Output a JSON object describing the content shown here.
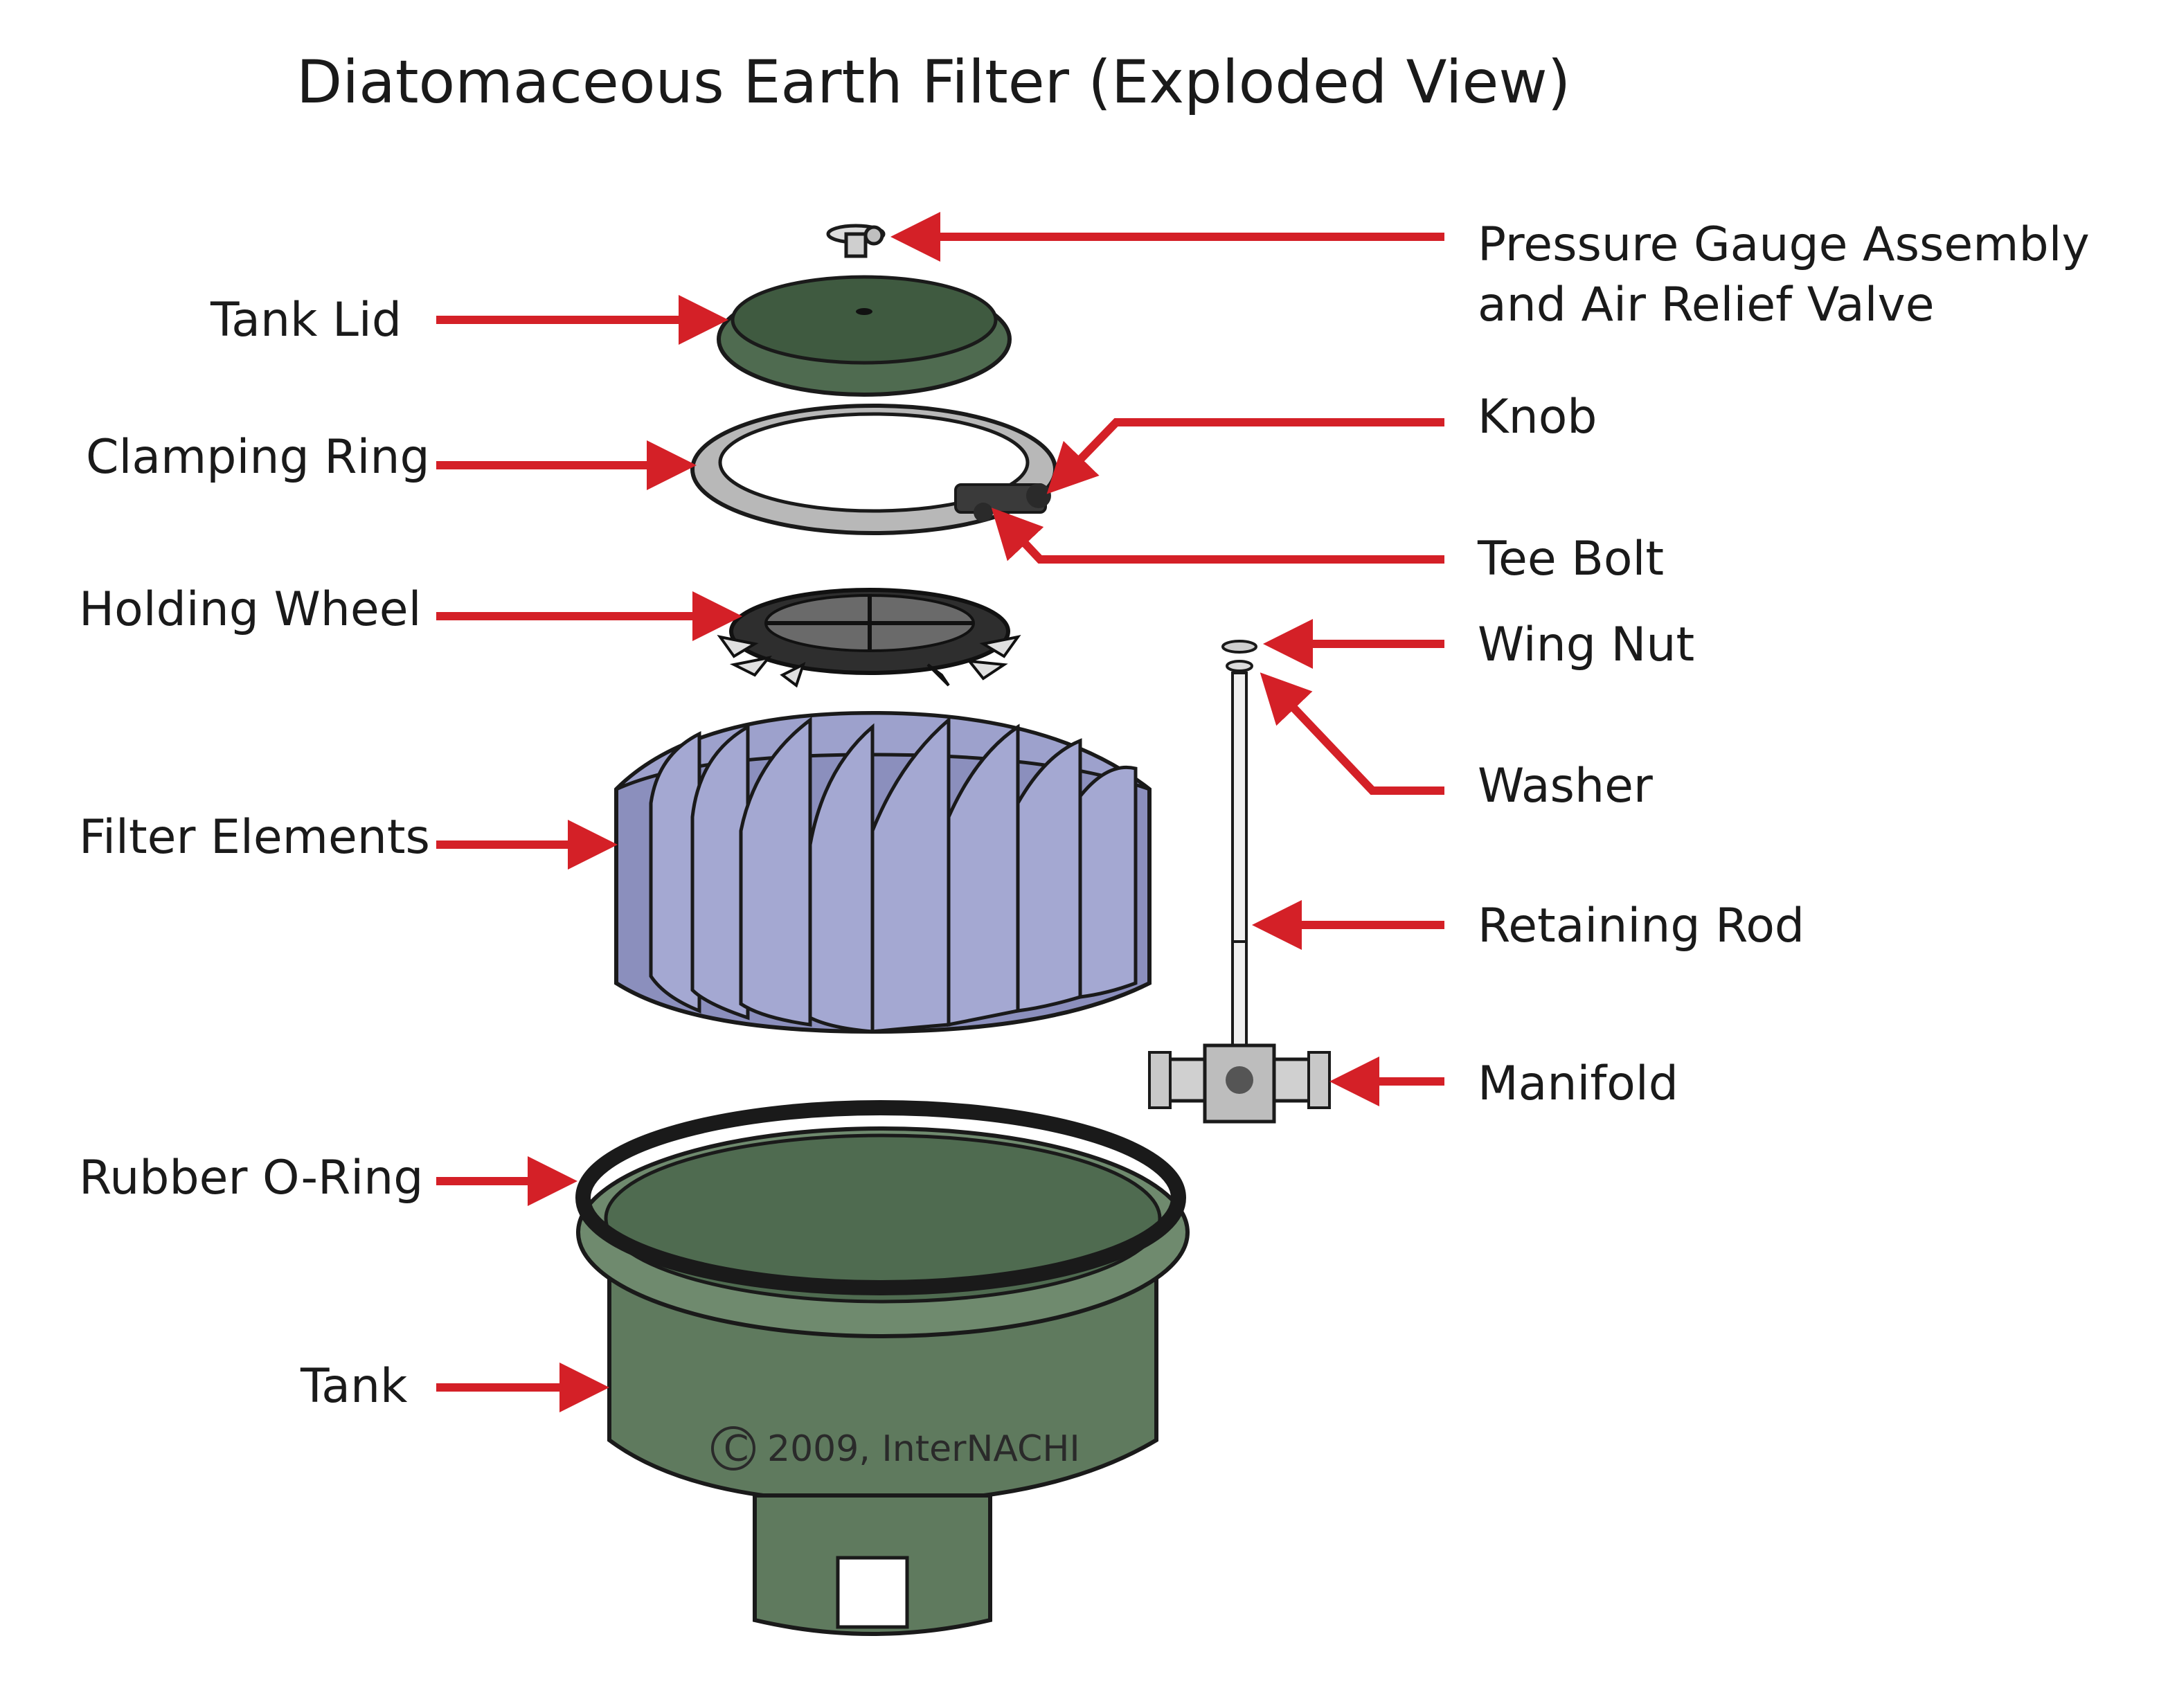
{
  "title": "Diatomaceous Earth Filter (Exploded View)",
  "labels": {
    "pressure_gauge_line1": "Pressure Gauge Assembly",
    "pressure_gauge_line2": "and Air Relief Valve",
    "tank_lid": "Tank Lid",
    "knob": "Knob",
    "clamping_ring": "Clamping Ring",
    "tee_bolt": "Tee Bolt",
    "holding_wheel": "Holding Wheel",
    "wing_nut": "Wing Nut",
    "washer": "Washer",
    "filter_elements": "Filter Elements",
    "retaining_rod": "Retaining Rod",
    "manifold": "Manifold",
    "rubber_o_ring": "Rubber O-Ring",
    "tank": "Tank"
  },
  "copyright": "2009, InterNACHI",
  "colors": {
    "arrow": "#d42027",
    "tank_green": "#5f7a5e",
    "tank_dark": "#3f5a40",
    "filter_blue": "#8b8fbd",
    "filter_dark": "#6f73a0",
    "ring_gray": "#b8b8b8",
    "wheel_dark": "#2e2e2e",
    "outline": "#1a1a1a"
  }
}
